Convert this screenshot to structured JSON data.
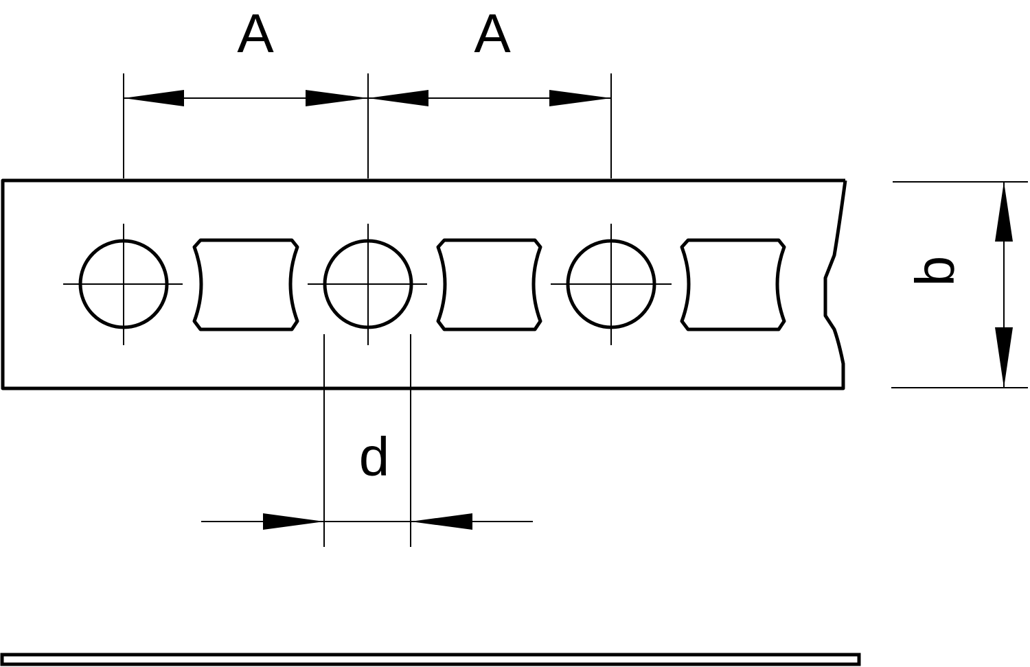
{
  "drawing": {
    "labels": {
      "pitch_left": "A",
      "pitch_right": "A",
      "width": "b",
      "hole_diameter": "d"
    },
    "hole_count_round": 3,
    "hole_count_slot": 3,
    "line_color": "#000000",
    "background": "#ffffff"
  }
}
